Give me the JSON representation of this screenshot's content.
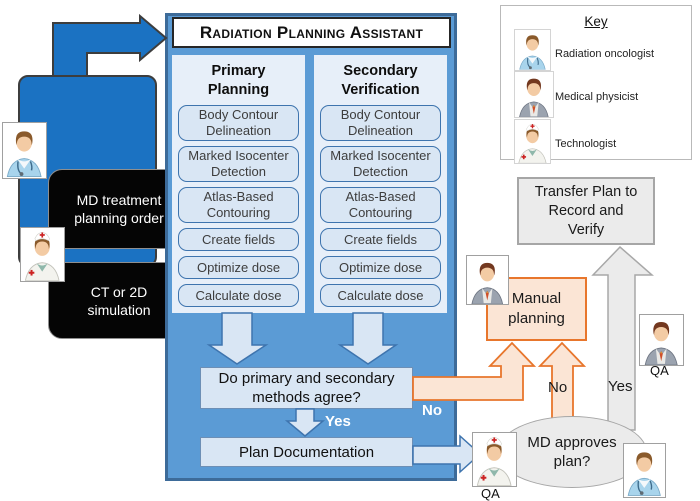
{
  "input_flow": {
    "md_order": "MD treatment planning order",
    "simulation": "CT or 2D simulation"
  },
  "rpa": {
    "title": "Radiation Planning Assistant",
    "columns": [
      {
        "title": "Primary Planning",
        "steps": [
          "Body Contour Delineation",
          "Marked Isocenter Detection",
          "Atlas-Based Contouring",
          "Create fields",
          "Optimize dose",
          "Calculate dose"
        ]
      },
      {
        "title": "Secondary Verification",
        "steps": [
          "Body Contour Delineation",
          "Marked Isocenter Detection",
          "Atlas-Based Contouring",
          "Create fields",
          "Optimize dose",
          "Calculate dose"
        ]
      }
    ],
    "decision": "Do primary and secondary methods agree?",
    "decision_yes": "Yes",
    "decision_no": "No",
    "plan_documentation": "Plan Documentation"
  },
  "key": {
    "title": "Key",
    "entries": [
      {
        "label": "Radiation oncologist",
        "icon": "radiation-oncologist"
      },
      {
        "label": "Medical physicist",
        "icon": "medical-physicist"
      },
      {
        "label": "Technologist",
        "icon": "technologist"
      }
    ]
  },
  "outcome": {
    "transfer": "Transfer Plan to Record and Verify",
    "manual_planning": "Manual planning",
    "approval": "MD approves plan?",
    "approval_no": "No",
    "approval_yes": "Yes",
    "qa_plan_doc": "QA",
    "qa_transfer": "QA"
  },
  "colors": {
    "flow_blue": "#1b72c2",
    "container_blue": "#5b9bd5",
    "light_blue": "#d9e6f4",
    "orange": "#e8762c",
    "orange_fill": "#fbe5d5",
    "gray_fill": "#ebebeb",
    "black_box": "#050505"
  }
}
